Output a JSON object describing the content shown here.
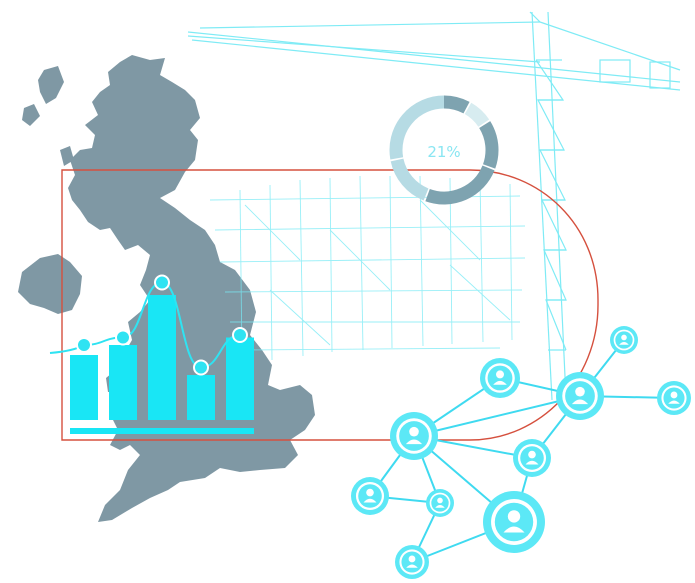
{
  "colors": {
    "map": "#7f98a4",
    "cyan": "#19e6f5",
    "cyan_light": "#a6eef8",
    "frame": "#d5503e",
    "donut_a": "#7ea3b0",
    "donut_b": "#b6dbe4",
    "donut_c": "#d7ecf0",
    "network": "#5ce8f6",
    "network_line": "#3fdaf0",
    "crane": "#79eaf5"
  },
  "donut": {
    "label": "21%"
  },
  "chart_data": {
    "type": "bar",
    "values": [
      0.52,
      0.6,
      1.0,
      0.36,
      0.66
    ],
    "trend": [
      0.6,
      0.66,
      1.1,
      0.42,
      0.68
    ],
    "ylim": [
      0,
      1.2
    ]
  },
  "icons": [
    "map-icon",
    "bar-chart-icon",
    "donut-chart-icon",
    "crane-icon",
    "user-network-icon"
  ]
}
